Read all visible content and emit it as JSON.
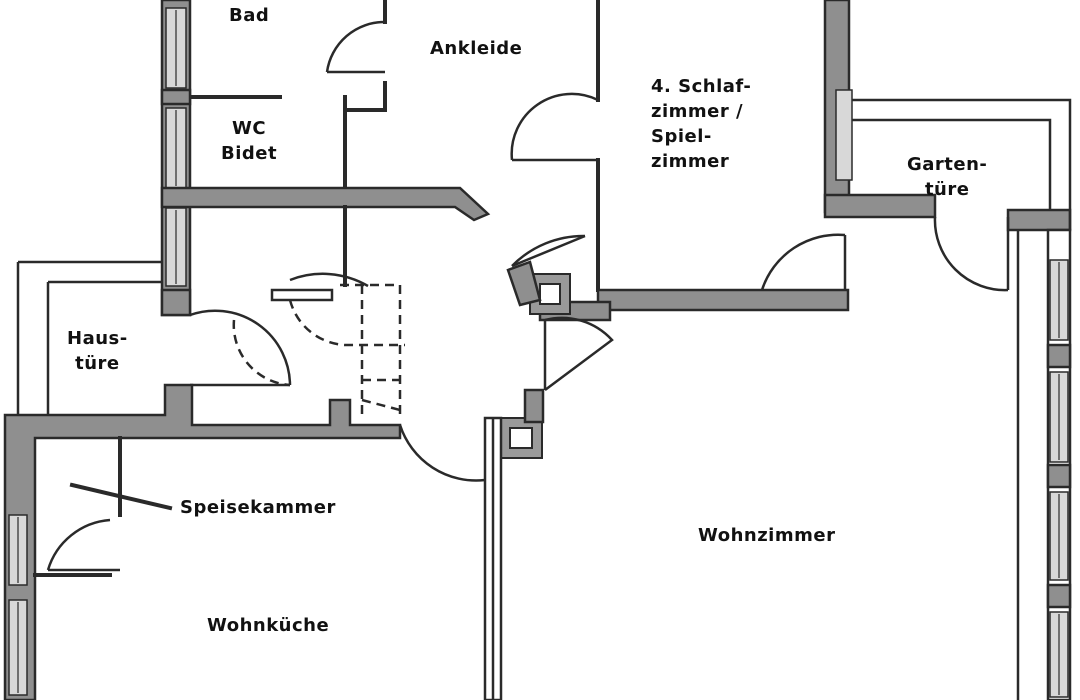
{
  "rooms": {
    "bad": {
      "label": "Bad"
    },
    "ankleide": {
      "label": "Ankleide"
    },
    "wc": {
      "line1": "WC",
      "line2": "Bidet"
    },
    "schlaf": {
      "line1": "4. Schlaf-",
      "line2": "zimmer /",
      "line3": "Spiel-",
      "line4": "zimmer"
    },
    "garten": {
      "line1": "Garten-",
      "line2": "türe"
    },
    "haus": {
      "line1": "Haus-",
      "line2": "türe"
    },
    "speise": {
      "label": "Speisekammer"
    },
    "wohnzimmer": {
      "label": "Wohnzimmer"
    },
    "wohnkueche": {
      "label": "Wohnküche"
    }
  },
  "colors": {
    "wall": "#8f8f8f",
    "line": "#2a2a2a",
    "background": "#ffffff"
  }
}
